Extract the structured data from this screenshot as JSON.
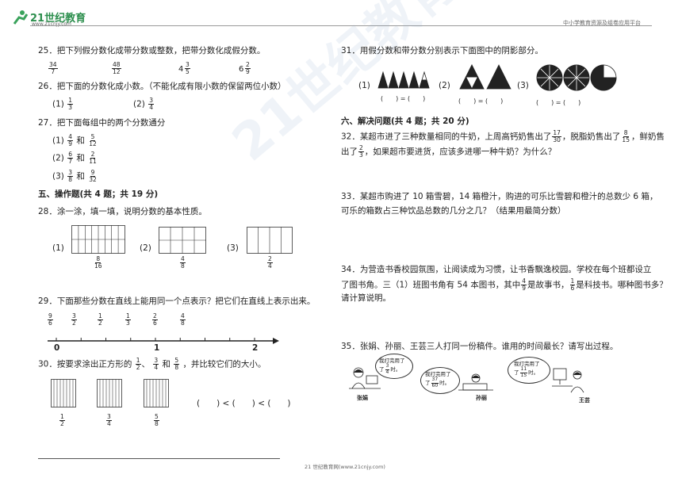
{
  "header": {
    "logo_text": "21世纪教育",
    "logo_sub": "www.21cnjy.com",
    "right_text": "中小学教育资源及组卷应用平台"
  },
  "footer": {
    "text": "21 世纪教育网(www.21cnjy.com)"
  },
  "watermark": "21世纪教育网精选资料",
  "q25": {
    "text": "25．把下列假分数化成带分数或整数，把带分数化成假分数。",
    "items": [
      {
        "n": "34",
        "d": "7"
      },
      {
        "n": "48",
        "d": "12"
      },
      {
        "w": "4",
        "n": "3",
        "d": "5"
      },
      {
        "w": "6",
        "n": "2",
        "d": "9"
      }
    ]
  },
  "q26": {
    "text": "26．把下面的分数化成小数。（不能化成有限小数的保留两位小数）",
    "items": [
      {
        "label": "(1)",
        "n": "1",
        "d": "3"
      },
      {
        "label": "(2)",
        "n": "3",
        "d": "4"
      }
    ]
  },
  "q27": {
    "text": "27．把下面每组中的两个分数通分",
    "items": [
      {
        "label": "(1)",
        "a": {
          "n": "4",
          "d": "9"
        },
        "and": "和",
        "b": {
          "n": "5",
          "d": "12"
        }
      },
      {
        "label": "(2)",
        "a": {
          "n": "6",
          "d": "7"
        },
        "and": "和",
        "b": {
          "n": "2",
          "d": "11"
        }
      },
      {
        "label": "(3)",
        "a": {
          "n": "3",
          "d": "8"
        },
        "and": "和",
        "b": {
          "n": "9",
          "d": "32"
        }
      }
    ]
  },
  "sec5": "五、操作题(共 4 题；共 19 分)",
  "q28": {
    "text": "28．涂一涂，填一填，说明分数的基本性质。",
    "items": [
      {
        "label": "(1)",
        "n": "8",
        "d": "16"
      },
      {
        "label": "(2)",
        "n": "4",
        "d": "8"
      },
      {
        "label": "(3)",
        "n": "2",
        "d": "4"
      }
    ]
  },
  "q29": {
    "text": "29．下面那些分数在直线上能用同一个点表示？把它们在直线上表示出来。",
    "fracs": [
      {
        "n": "9",
        "d": "6"
      },
      {
        "n": "3",
        "d": "2"
      },
      {
        "n": "1",
        "d": "2"
      },
      {
        "n": "1",
        "d": "3"
      },
      {
        "n": "2",
        "d": "6"
      },
      {
        "n": "4",
        "d": "8"
      }
    ],
    "ticks": [
      "0",
      "1",
      "2"
    ]
  },
  "q30": {
    "text_a": "30．按要求涂出正方形的",
    "sep": "、",
    "and": "和",
    "text_b": "，并比较它们的大小。",
    "fracs": [
      {
        "n": "1",
        "d": "2"
      },
      {
        "n": "3",
        "d": "4"
      },
      {
        "n": "5",
        "d": "8"
      }
    ],
    "compare": "(　　) < (　　) < (　　)"
  },
  "q31": {
    "text": "31．用假分数和带分数分别表示下面图中的阴影部分。",
    "labels": [
      "(1)",
      "(2)",
      "(3)"
    ],
    "blanks": [
      "(　　) = (　　)",
      "(　　) = (　　)",
      "(　　) = (　　)"
    ]
  },
  "sec6": "六、解决问题(共 4 题；共 20 分)",
  "q32": {
    "line1_a": "32．某超市进了三种数量相同的牛奶，上周高钙奶售出了",
    "f1": {
      "n": "17",
      "d": "30"
    },
    "line1_b": "，脱脂奶售出了",
    "f2": {
      "n": "8",
      "d": "15"
    },
    "line1_c": "，鲜奶售",
    "line2_a": "出了",
    "f3": {
      "n": "2",
      "d": "3"
    },
    "line2_b": "，如果超市要进货，应该多进哪一种牛奶？为什么？"
  },
  "q33": {
    "line1": "33．某超市购进了 10 箱雪碧，14 箱橙汁，购进的可乐比雪碧和橙汁的总数少 6 箱，",
    "line2": "可乐的箱数占三种饮品总数的几分之几？（结果用最简分数）"
  },
  "q34": {
    "line1": "34．为营造书香校园氛围，让阅读成为习惯，让书香飘逸校园。学校在每个班都设立",
    "line2_a": "了图书角。三（1）班图书角有 54 本图书，其中",
    "f1": {
      "n": "4",
      "d": "9"
    },
    "line2_b": "是故事书，",
    "f2": {
      "n": "1",
      "d": "6"
    },
    "line2_c": "是科技书。哪种图书多？",
    "line3": "请计算说明。"
  },
  "q35": {
    "text": "35．张娟、孙丽、王芸三人打同一份稿件。谁用的时间最长？请写出过程。",
    "people": [
      {
        "name": "张娟",
        "speech": "我打完用了",
        "n": "3",
        "d": "4",
        "unit": "时。"
      },
      {
        "name": "孙丽",
        "speech": "我打完用了",
        "n": "37",
        "d": "60",
        "unit": "时。"
      },
      {
        "name": "王芸",
        "speech": "我打完用了",
        "n": "11",
        "d": "15",
        "unit": "时。"
      }
    ]
  }
}
